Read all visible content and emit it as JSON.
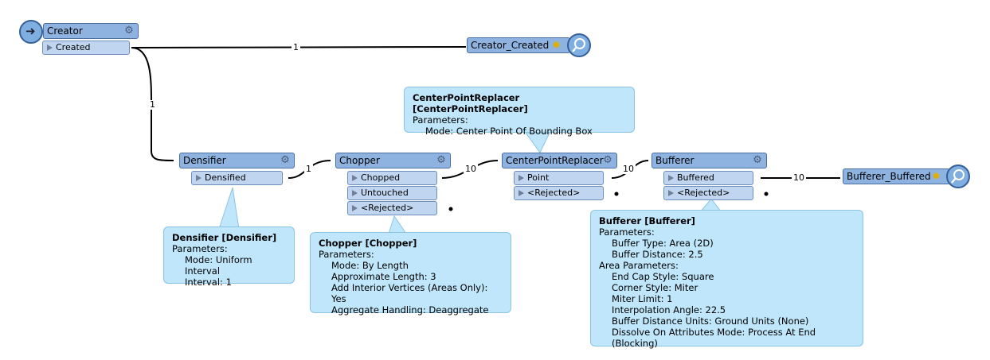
{
  "creator": {
    "title": "Creator",
    "port": "Created"
  },
  "creator_created": {
    "title": "Creator_Created"
  },
  "densifier": {
    "title": "Densifier",
    "port": "Densified"
  },
  "chopper": {
    "title": "Chopper",
    "ports": [
      "Chopped",
      "Untouched",
      "<Rejected>"
    ]
  },
  "cpr": {
    "title": "CenterPointReplacer",
    "ports": [
      "Point",
      "<Rejected>"
    ]
  },
  "bufferer": {
    "title": "Bufferer",
    "ports": [
      "Buffered",
      "<Rejected>"
    ]
  },
  "bufferer_buffered": {
    "title": "Bufferer_Buffered"
  },
  "counts": {
    "c1": "1",
    "c2": "1",
    "c3": "1",
    "c4": "10",
    "c5": "10",
    "c6": "10"
  },
  "annotations": {
    "cpr": {
      "title": "CenterPointReplacer [CenterPointReplacer]",
      "lines": [
        "Parameters:",
        "Mode: Center Point Of Bounding Box"
      ]
    },
    "densifier": {
      "title": "Densifier [Densifier]",
      "lines": [
        "Parameters:",
        "Mode: Uniform Interval",
        "Interval: 1"
      ]
    },
    "chopper": {
      "title": "Chopper [Chopper]",
      "lines": [
        "Parameters:",
        "Mode: By Length",
        "Approximate Length: 3",
        "Add Interior Vertices (Areas Only): Yes",
        "Aggregate Handling: Deaggregate"
      ]
    },
    "bufferer": {
      "title": "Bufferer [Bufferer]",
      "lines": [
        "Parameters:",
        "Buffer Type: Area (2D)",
        "Buffer Distance: 2.5",
        "Area Parameters:",
        "End Cap Style: Square",
        "Corner Style: Miter",
        "Miter Limit: 1",
        "Interpolation Angle: 22.5",
        "Buffer Distance Units: Ground Units (None)",
        "Dissolve On Attributes Mode: Process At End (Blocking)"
      ]
    }
  },
  "icons": [
    "gear-icon",
    "magnifier-icon",
    "sun-icon",
    "input-arrow-icon"
  ]
}
